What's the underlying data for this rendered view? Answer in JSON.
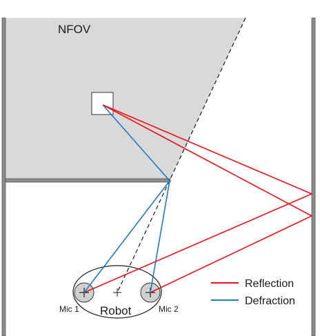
{
  "labels": {
    "region": "NFOV",
    "robot": "Robot",
    "mic_left": "Mic 1",
    "mic_right": "Mic 2"
  },
  "legend": [
    {
      "label": "Reflection",
      "color": "#e8101a"
    },
    {
      "label": "Defraction",
      "color": "#1f77c8"
    }
  ],
  "colors": {
    "wall": "#8c8c8c",
    "wall_edge": "#555555",
    "nfov_fill": "#d9d9d9",
    "reflection": "#e8101a",
    "defraction": "#1f77c8",
    "mic_fill": "#d0d0d0"
  }
}
